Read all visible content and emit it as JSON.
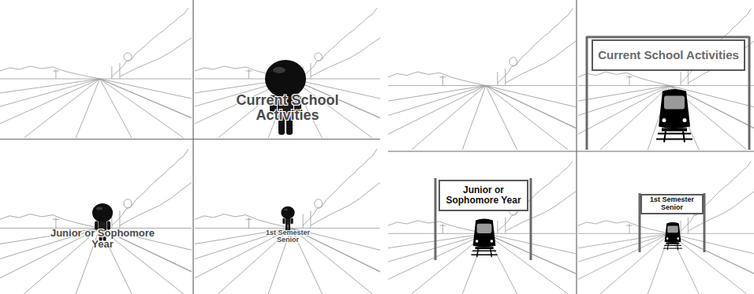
{
  "diagram": {
    "nodes": [
      {
        "text": [
          "Current School Activities"
        ]
      },
      {
        "text": [
          "Junior or Sophomore Year"
        ]
      },
      {
        "text": [
          "1st Semester Senior"
        ]
      }
    ],
    "labels": [
      "Current School Activities",
      "Junior or Sophomore Year",
      "1st Semester Senior"
    ]
  }
}
